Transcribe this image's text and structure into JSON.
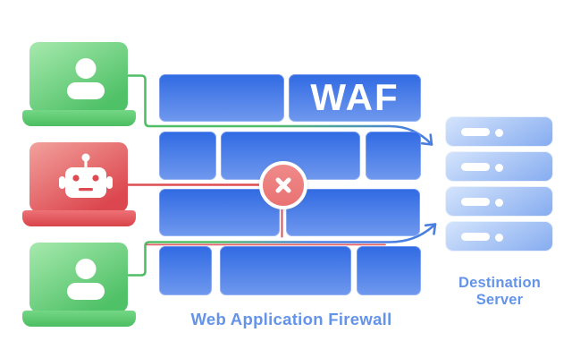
{
  "labels": {
    "waf": "WAF",
    "firewall_caption": "Web Application Firewall",
    "destination_line1": "Destination",
    "destination_line2": "Server"
  },
  "clients": [
    {
      "id": "user-top",
      "kind": "user",
      "icon": "user-icon",
      "status": "allowed"
    },
    {
      "id": "bot-middle",
      "kind": "bot",
      "icon": "robot-icon",
      "status": "blocked"
    },
    {
      "id": "user-bottom",
      "kind": "user",
      "icon": "user-icon",
      "status": "allowed"
    }
  ],
  "firewall": {
    "brick_rows": 4,
    "blocked_marker_icon": "blocked-x-icon"
  },
  "servers": {
    "count": 4,
    "icon": "server-unit"
  },
  "colors": {
    "brick_top": "#306ae3",
    "brick_bottom": "#7099ee",
    "waf_text": "#ffffff",
    "caption_blue": "#6493ea",
    "user_laptop_top": "#a6e9ad",
    "user_laptop_bottom": "#4fc167",
    "bot_laptop_top": "#f2a19c",
    "bot_laptop_bottom": "#dc464e",
    "line_green": "#4fbe66",
    "line_red": "#dd4e53",
    "line_blue": "#4a7fe2",
    "blocked_circle_fill": "#ec7a7a",
    "server_top": "#d4e4fc",
    "server_bottom": "#86acf0"
  }
}
